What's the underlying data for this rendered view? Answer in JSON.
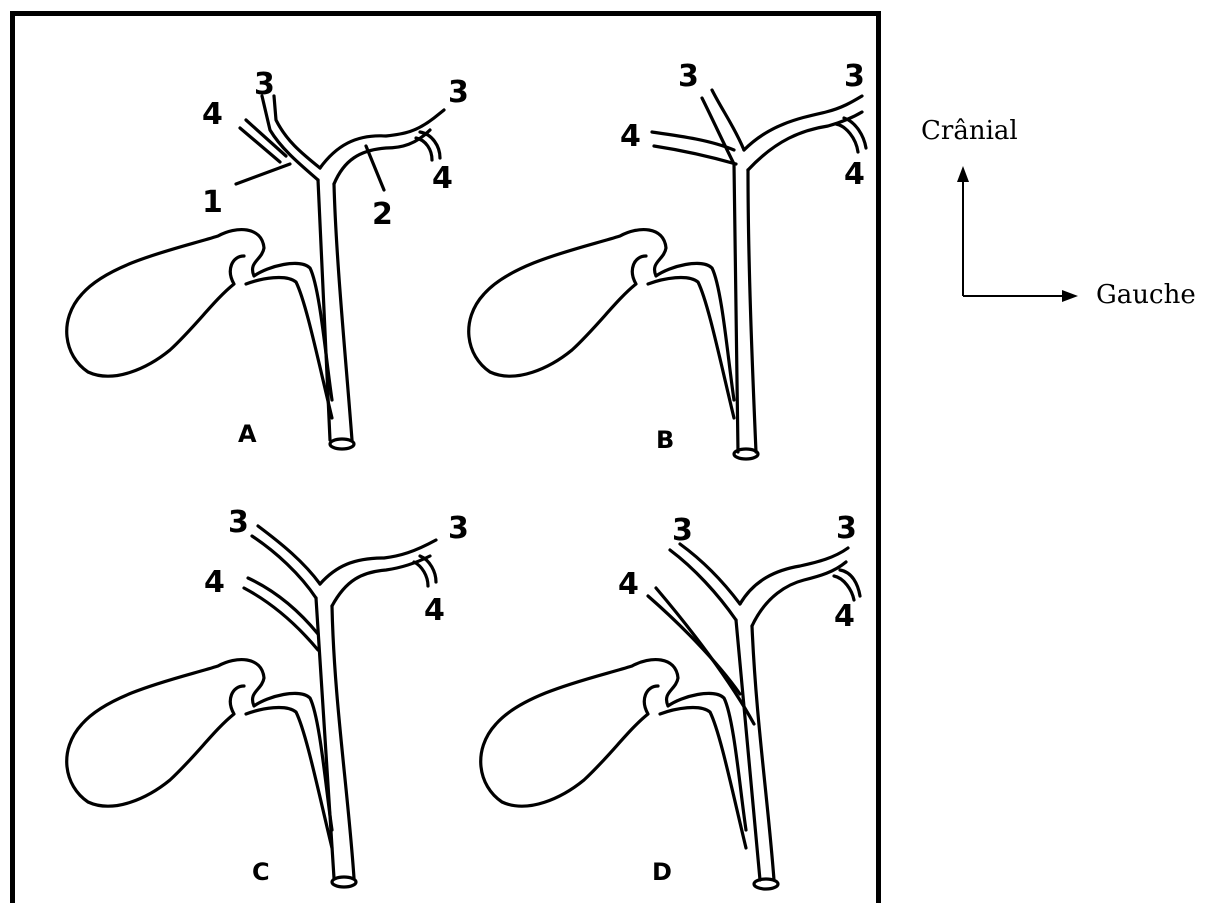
{
  "orientation": {
    "cranial": "Crânial",
    "left": "Gauche"
  },
  "panels": [
    {
      "letter": "A",
      "labels": {
        "n1": "1",
        "n2": "2",
        "right_upper": "3",
        "right_lower": "4",
        "left_upper": "3",
        "left_lower": "4"
      }
    },
    {
      "letter": "B",
      "labels": {
        "right_upper": "3",
        "right_lower": "4",
        "left_upper": "3",
        "left_lower": "4"
      }
    },
    {
      "letter": "C",
      "labels": {
        "right_upper": "3",
        "right_lower": "4",
        "left_upper": "3",
        "left_lower": "4"
      }
    },
    {
      "letter": "D",
      "labels": {
        "right_upper": "3",
        "right_lower": "4",
        "left_upper": "3",
        "left_lower": "4"
      }
    }
  ]
}
